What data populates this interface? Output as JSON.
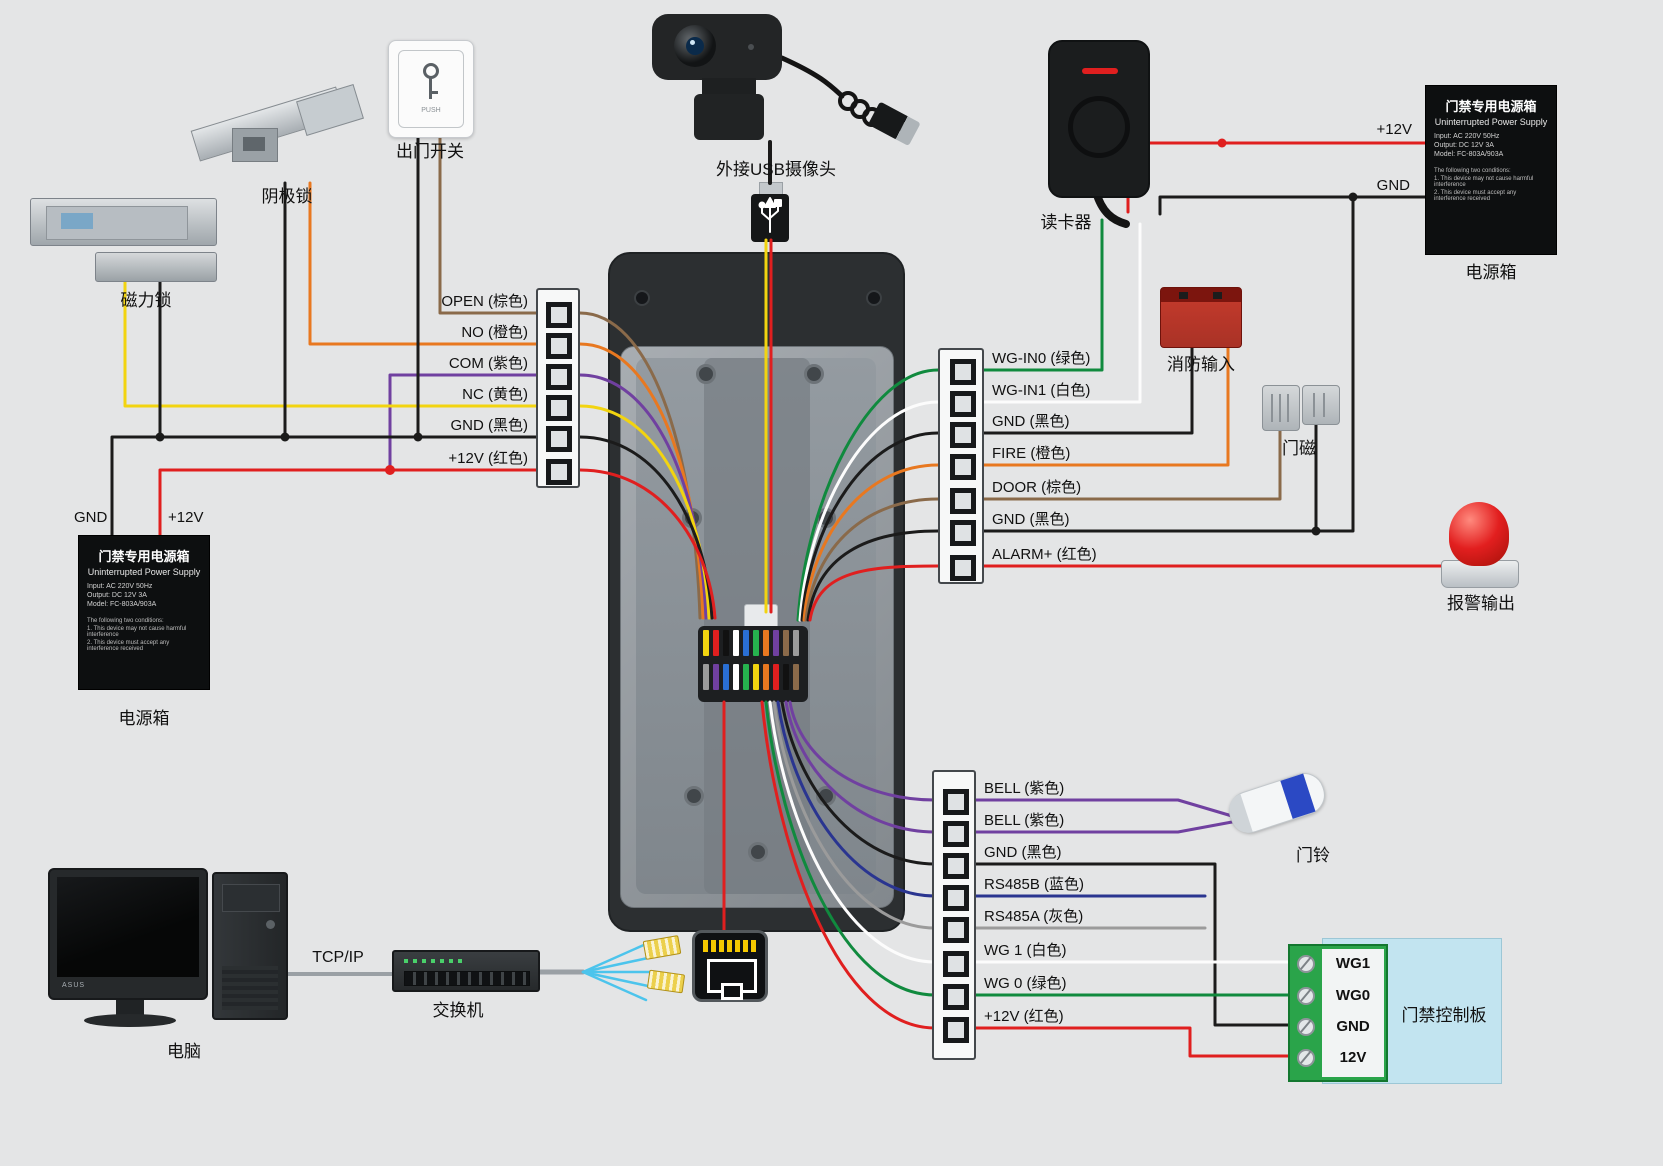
{
  "background": "#e4e5e6",
  "labels": {
    "maglock": "磁力锁",
    "strike": "阴极锁",
    "exit_button": "出门开关",
    "push": "PUSH",
    "camera": "外接USB摄像头",
    "reader": "读卡器",
    "psu": "电源箱",
    "fire_input": "消防输入",
    "door_contact": "门磁",
    "alarm_output": "报警输出",
    "doorbell": "门铃",
    "control_board": "门禁控制板",
    "computer": "电脑",
    "tcpip": "TCP/IP",
    "switch": "交换机",
    "monitor_brand": "ASUS",
    "gnd": "GND",
    "v12": "+12V"
  },
  "psu_box": {
    "title": "门禁专用电源箱",
    "subtitle": "Uninterrupted Power Supply",
    "input": "Input:  AC 220V 50Hz",
    "output": "Output:  DC 12V 3A",
    "model": "Model:  FC-803A/903A",
    "conditions_title": "The following two conditions:",
    "condition1": "1. This device may not cause harmful interference",
    "condition2": "2. This device must accept any interference received"
  },
  "left_terminals": [
    "OPEN (棕色)",
    "NO (橙色)",
    "COM (紫色)",
    "NC (黄色)",
    "GND (黑色)",
    "+12V (红色)"
  ],
  "right_upper_terminals": [
    "WG-IN0 (绿色)",
    "WG-IN1 (白色)",
    "GND (黑色)",
    "FIRE (橙色)",
    "DOOR (棕色)",
    "GND (黑色)",
    "ALARM+ (红色)"
  ],
  "right_lower_terminals": [
    "BELL (紫色)",
    "BELL (紫色)",
    "GND (黑色)",
    "RS485B (蓝色)",
    "RS485A (灰色)",
    "WG 1 (白色)",
    "WG 0 (绿色)",
    "+12V (红色)"
  ],
  "board_terminals": [
    "WG1",
    "WG0",
    "GND",
    "12V"
  ],
  "colors": {
    "brown": "#8a6a4a",
    "orange": "#e87820",
    "purple": "#7040a0",
    "yellow": "#f2d410",
    "black": "#1b1b1b",
    "red": "#e01f1f",
    "green": "#108a3e",
    "white": "#fcfcfc",
    "blue_rs485": "#2a3590",
    "gray": "#9b9b9b",
    "cyan": "#4cc4ec"
  }
}
